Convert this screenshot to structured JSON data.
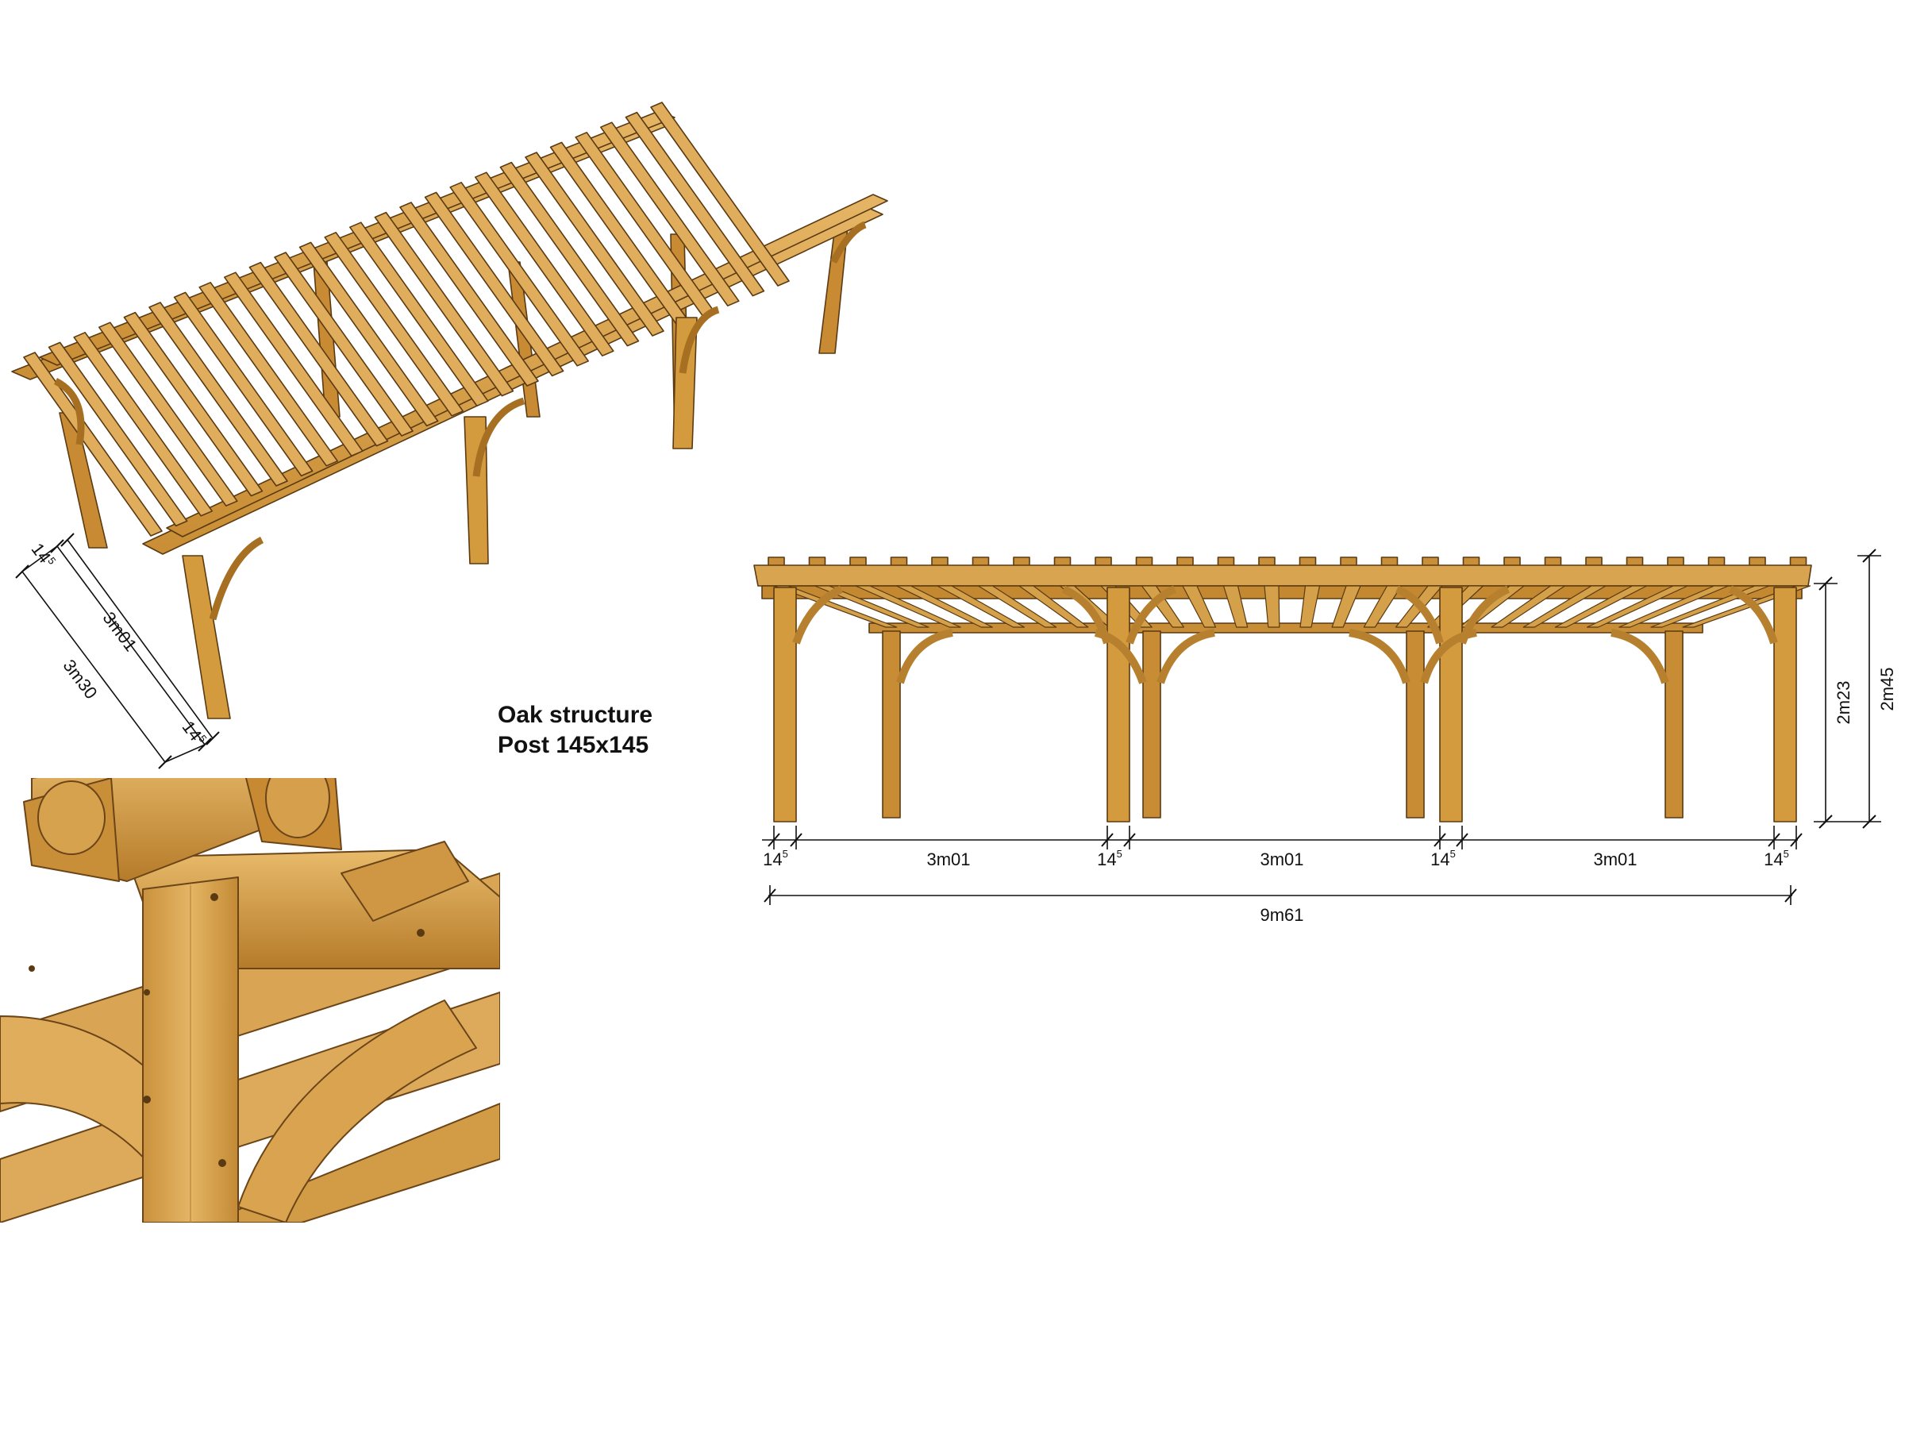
{
  "caption": {
    "line1": "Oak structure",
    "line2": "Post 145x145"
  },
  "perspective_dims": {
    "post_width": "14",
    "post_width_sup": "5",
    "inner_span": "3m01",
    "outer_span": "3m30"
  },
  "elevation_dims": {
    "post_width": "14",
    "post_width_sup": "5",
    "bay_span": "3m01",
    "total_length": "9m61",
    "post_height": "2m23",
    "overall_height": "2m45"
  },
  "colors": {
    "oak": "#d39a3e",
    "oak_light": "#e2b261",
    "oak_dark": "#a66f22",
    "outline": "#5a3a12",
    "dim_line": "#111111"
  }
}
